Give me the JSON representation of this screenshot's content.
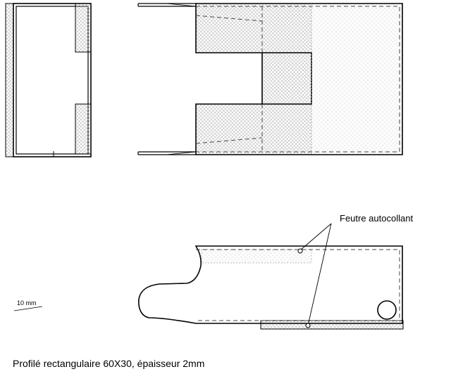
{
  "annotations": {
    "felt_label": "Feutre autocollant",
    "scale_label": "10 mm"
  },
  "caption": "Profilé rectangulaire 60X30, épaisseur 2mm",
  "colors": {
    "line": "#000000",
    "hatch": "#c8c8c8",
    "dashed": "#555555",
    "background": "#ffffff"
  }
}
